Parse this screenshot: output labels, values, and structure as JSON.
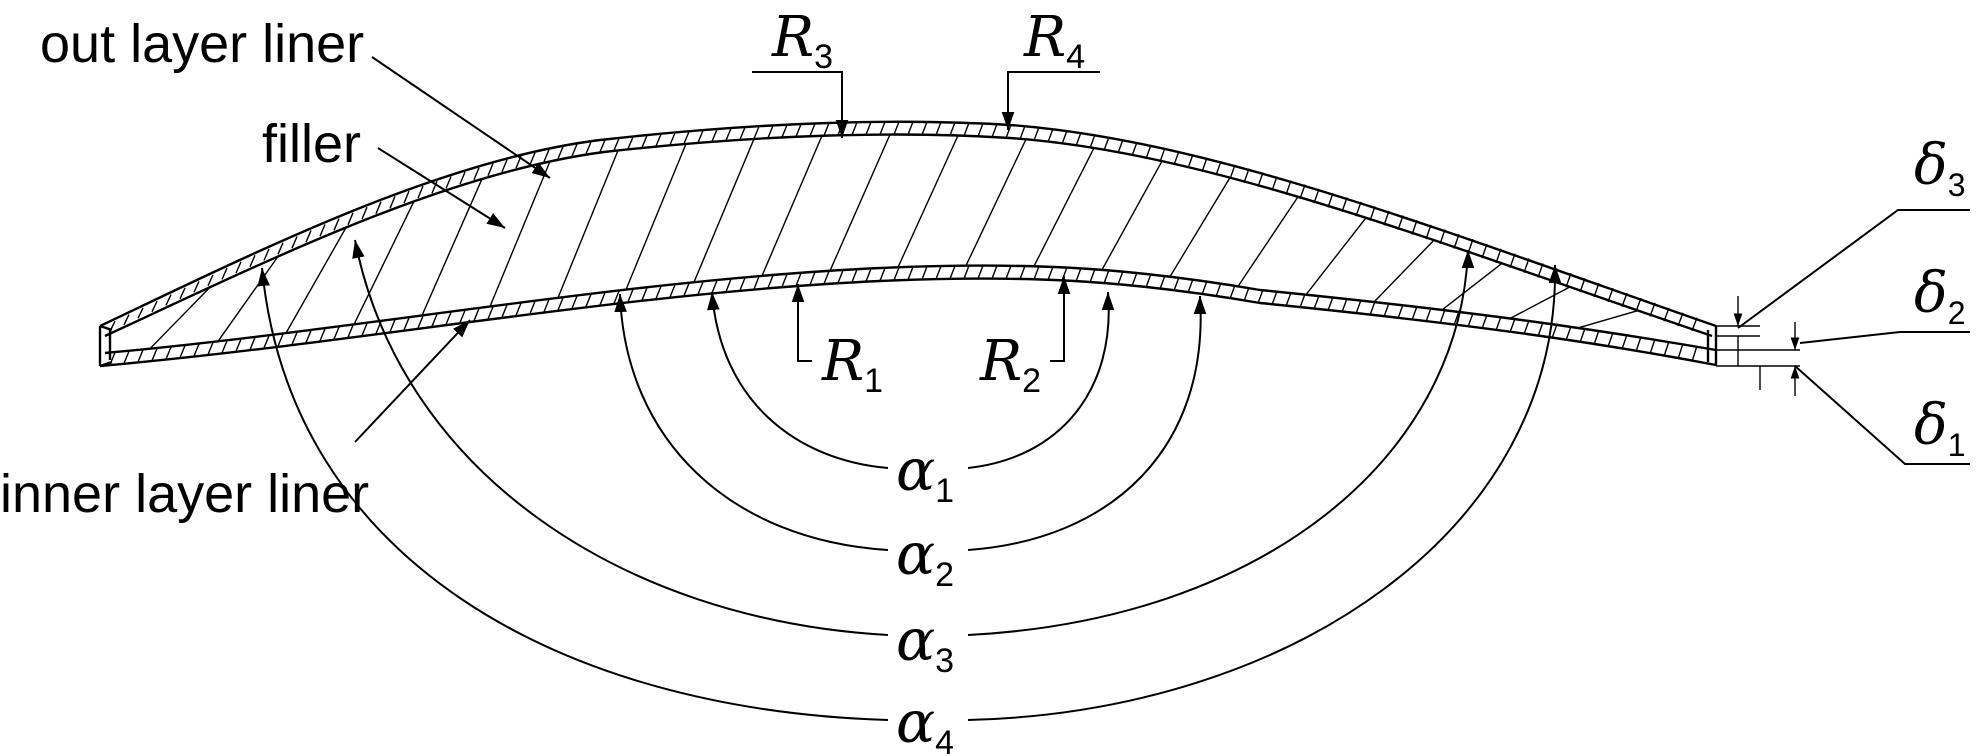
{
  "labels": {
    "out_layer_liner": "out layer liner",
    "filler": "filler",
    "inner_layer_liner": "inner layer liner"
  },
  "radii": {
    "r1": {
      "symbol": "R",
      "sub": "1"
    },
    "r2": {
      "symbol": "R",
      "sub": "2"
    },
    "r3": {
      "symbol": "R",
      "sub": "3"
    },
    "r4": {
      "symbol": "R",
      "sub": "4"
    }
  },
  "angles": {
    "a1": {
      "symbol": "α",
      "sub": "1"
    },
    "a2": {
      "symbol": "α",
      "sub": "2"
    },
    "a3": {
      "symbol": "α",
      "sub": "3"
    },
    "a4": {
      "symbol": "α",
      "sub": "4"
    }
  },
  "thickness": {
    "d1": {
      "symbol": "δ",
      "sub": "1"
    },
    "d2": {
      "symbol": "δ",
      "sub": "2"
    },
    "d3": {
      "symbol": "δ",
      "sub": "3"
    }
  }
}
